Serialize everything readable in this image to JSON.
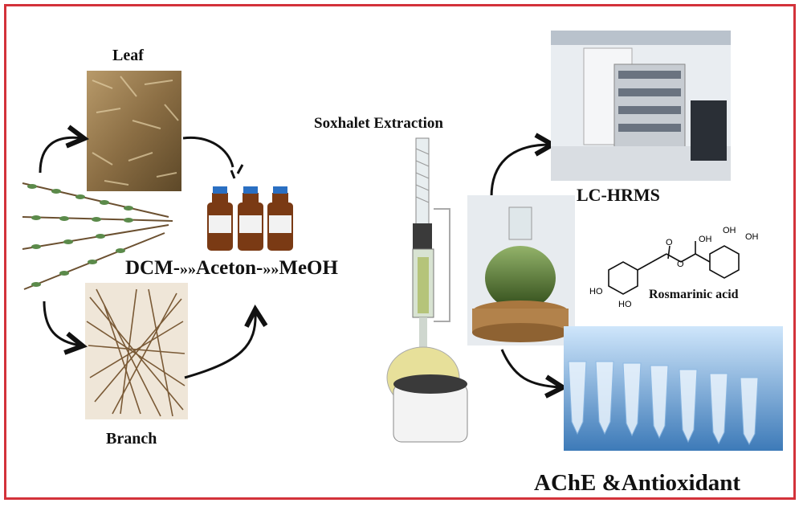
{
  "labels": {
    "leaf": "Leaf",
    "branch": "Branch",
    "soxhlet": "Soxhalet Extraction",
    "lchrms": "LC-HRMS",
    "achE": "AChE &Antioxidant",
    "rosmarinic": "Rosmarinic acid",
    "solvent1": "DCM-",
    "solvent2": "Aceton-",
    "solvent3": "MeOH",
    "oh1": "OH",
    "oh2": "OH",
    "oh3": "OH",
    "oh4": "HO",
    "oh5": "HO",
    "o1": "O",
    "o2": "O"
  },
  "colors": {
    "frame": "#d3323a",
    "arrow": "#111111"
  }
}
